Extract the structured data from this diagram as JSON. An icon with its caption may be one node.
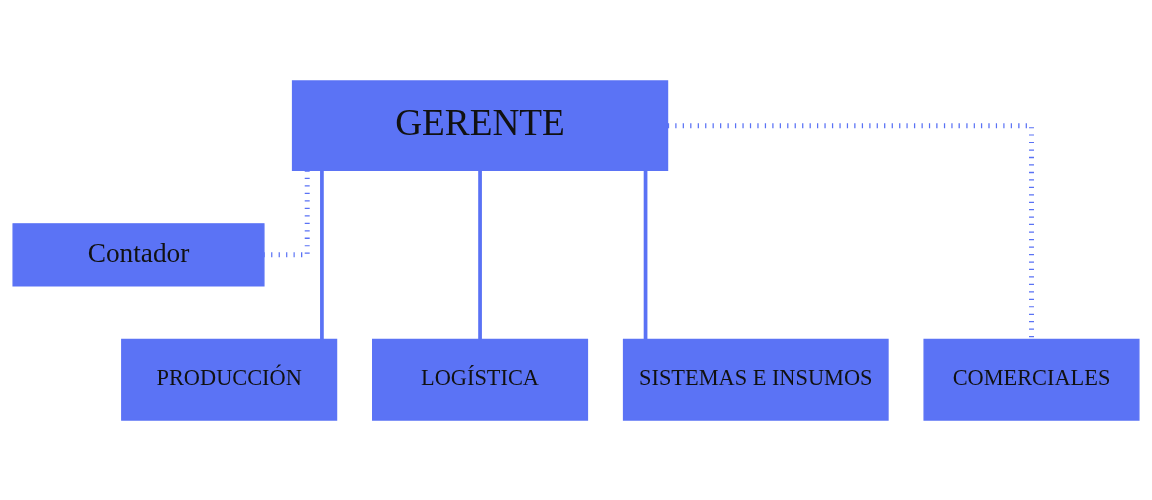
{
  "diagram": {
    "nodes": [
      {
        "text": [
          "GERENTE"
        ]
      },
      {
        "text": [
          "Contador"
        ]
      },
      {
        "text": [
          "PRODUCCIÓN"
        ]
      },
      {
        "text": [
          "LOGÍSTICA"
        ]
      },
      {
        "text": [
          "SISTEMAS E INSUMOS"
        ]
      },
      {
        "text": [
          "COMERCIALES"
        ]
      }
    ],
    "edges": [
      {
        "from": 0,
        "to": 1,
        "arrow": "none",
        "style": "dashed"
      },
      {
        "from": 0,
        "to": 2,
        "arrow": "none"
      },
      {
        "from": 0,
        "to": 3,
        "arrow": "none"
      },
      {
        "from": 0,
        "to": 4,
        "arrow": "none"
      },
      {
        "from": 0,
        "to": 5,
        "arrow": "none",
        "style": "dashed"
      }
    ]
  }
}
